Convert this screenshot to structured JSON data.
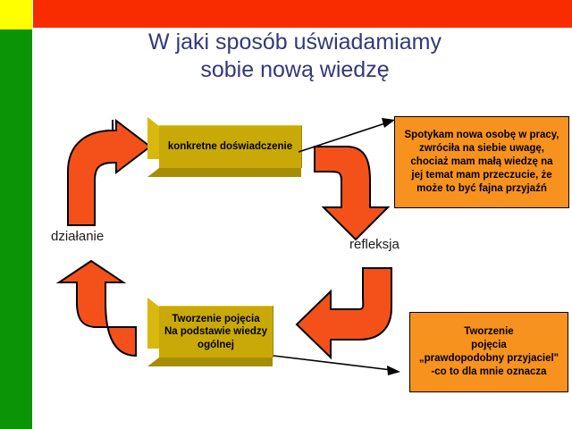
{
  "slide": {
    "title": "W jaki sposób uświadamiamy\nsobie nową wiedzę",
    "title_color": "#34387a",
    "background_color": "#ffffff"
  },
  "decoration": {
    "yellow_band_color": "#ffff00",
    "red_band_color": "#f92c00",
    "green_band_color": "#0a9406"
  },
  "palette": {
    "gold_box_fill": "#c9a908",
    "gold_box_highlight": "#d8b80d",
    "gold_box_shadow": "#a78c05",
    "orange_box_fill": "#f7921e",
    "arrow_fill": "#f4511a",
    "arrow_stroke": "#000000",
    "text_color": "#000000"
  },
  "nodes": {
    "experience_box": {
      "label": "konkretne doświadczenie"
    },
    "concept_box": {
      "label": "Tworzenie pojęcia\nNa podstawie wiedzy\nogólnej"
    },
    "reflection_example_box": {
      "label": "Spotykam nowa osobę w pracy,\nzwróciła na siebie uwagę,\nchociaż mam małą wiedzę na\njej temat mam przeczucie, że\nmoże to być fajna przyjaźń"
    },
    "concept_example_box": {
      "label": "Tworzenie\npojęcia\n„prawdopodobny przyjaciel\"\n-co to dla mnie oznacza"
    }
  },
  "labels": {
    "action": "działanie",
    "reflection": "refleksja"
  },
  "arrows": {
    "action_to_experience": "curved-arrow-up-right",
    "experience_to_reflection": "curved-arrow-right-down",
    "reflection_to_concept": "curved-arrow-down-left",
    "concept_to_action": "curved-arrow-left-up",
    "experience_connector": "thin-arrow-to-reflection-example",
    "concept_connector": "thin-arrow-to-concept-example"
  }
}
